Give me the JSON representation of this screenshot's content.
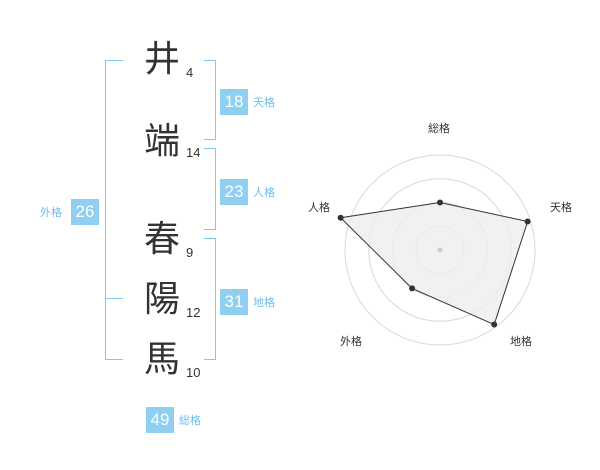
{
  "name_chars": [
    {
      "char": "井",
      "strokes": "4"
    },
    {
      "char": "端",
      "strokes": "14"
    },
    {
      "char": "春",
      "strokes": "9"
    },
    {
      "char": "陽",
      "strokes": "12"
    },
    {
      "char": "馬",
      "strokes": "10"
    }
  ],
  "kaku": {
    "tenkaku": {
      "value": "18",
      "label": "天格"
    },
    "jinkaku": {
      "value": "23",
      "label": "人格"
    },
    "chikaku": {
      "value": "31",
      "label": "地格"
    },
    "gaikaku": {
      "value": "26",
      "label": "外格"
    },
    "soukaku": {
      "value": "49",
      "label": "総格"
    }
  },
  "colors": {
    "accent": "#8ecff2",
    "bracket": "#7fc8f0",
    "text": "#333333",
    "grid": "#d8d8d8",
    "fill": "#eeeeee"
  },
  "chart_data": {
    "type": "radar",
    "axes": [
      "総格",
      "天格",
      "地格",
      "外格",
      "人格"
    ],
    "values": [
      0.5,
      0.97,
      0.97,
      0.5,
      1.1
    ],
    "grid_rings": 4
  }
}
